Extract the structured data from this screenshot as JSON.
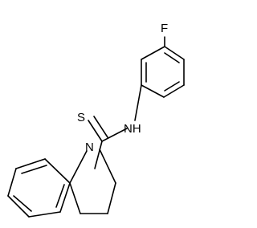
{
  "molecule": {
    "atoms": {
      "fluorine": "F",
      "sulfur": "S",
      "amide_nitrogen": "NH",
      "ring_nitrogen": "N"
    }
  },
  "colors": {
    "bond": "#000000",
    "label": "#000000",
    "background": "#ffffff"
  }
}
